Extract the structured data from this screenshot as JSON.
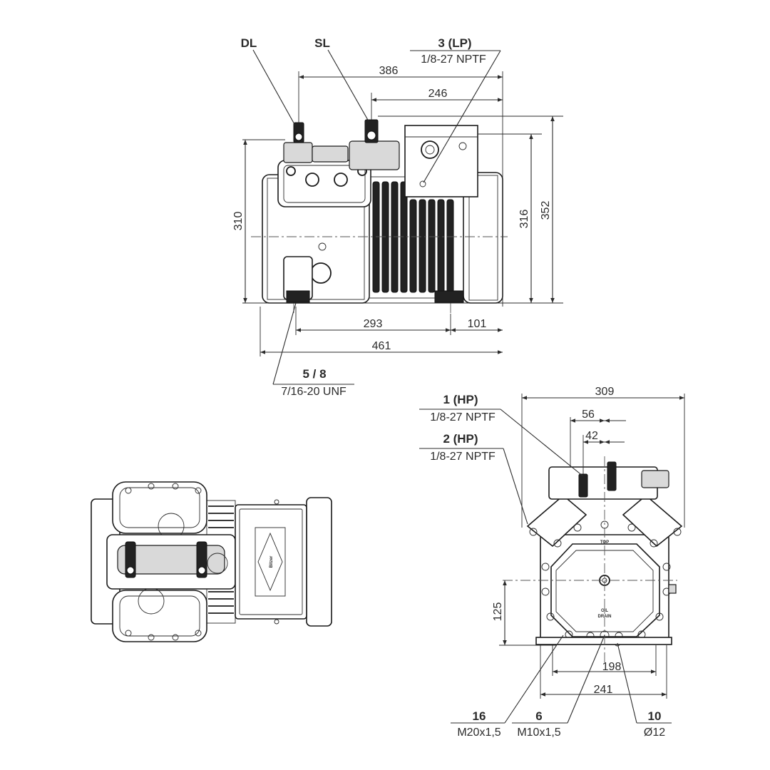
{
  "callouts": {
    "dl": "DL",
    "sl": "SL",
    "c3_title": "3 (LP)",
    "c3_spec": "1/8-27 NPTF",
    "c58_title": "5 / 8",
    "c58_spec": "7/16-20 UNF",
    "c1_title": "1 (HP)",
    "c1_spec": "1/8-27 NPTF",
    "c2_title": "2 (HP)",
    "c2_spec": "1/8-27 NPTF",
    "c16_title": "16",
    "c16_spec": "M20x1,5",
    "c6_title": "6",
    "c6_spec": "M10x1,5",
    "c10_title": "10",
    "c10_spec": "Ø12"
  },
  "dimensions": {
    "d386": "386",
    "d246": "246",
    "d310": "310",
    "d316": "316",
    "d352": "352",
    "d293": "293",
    "d101": "101",
    "d461": "461",
    "d309": "309",
    "d56": "56",
    "d42": "42",
    "d125": "125",
    "d198": "198",
    "d241": "241"
  },
  "markings": {
    "top": "TOP",
    "oil": "OIL",
    "drain": "DRAIN",
    "logo": "Bitzer"
  }
}
